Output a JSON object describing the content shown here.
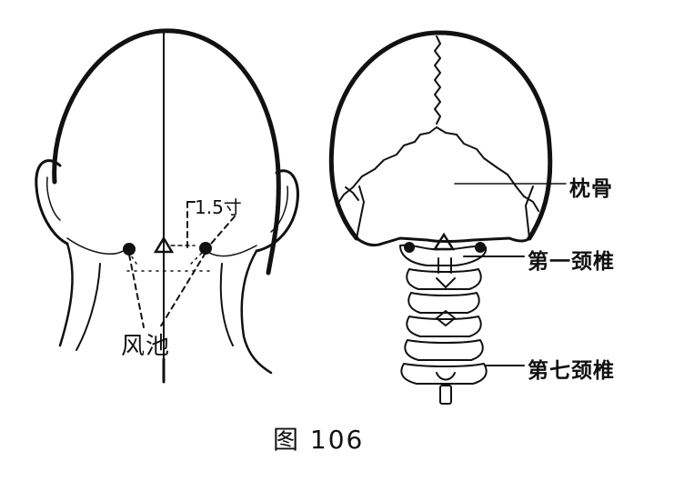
{
  "figure": {
    "caption": "图 106",
    "left_view": {
      "point_label": "风池",
      "distance_label": "1.5寸"
    },
    "right_view": {
      "labels": {
        "occipital": "枕骨",
        "c1": "第一颈椎",
        "c7": "第七颈椎"
      }
    }
  }
}
